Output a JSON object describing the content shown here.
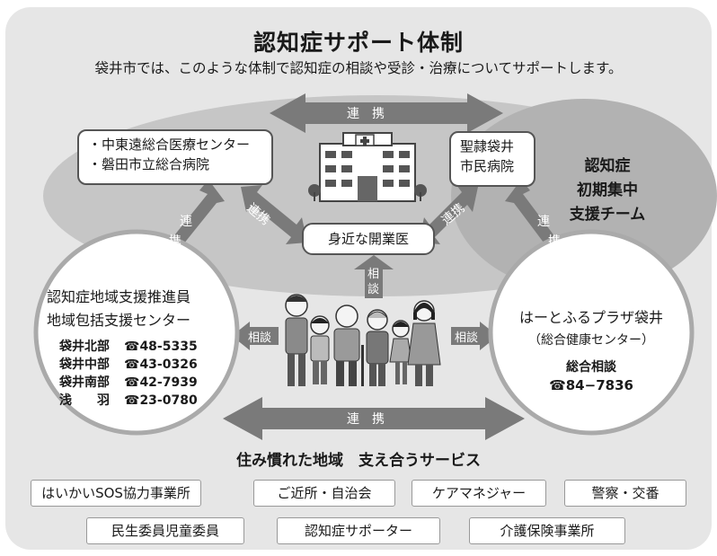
{
  "title": "認知症サポート体制",
  "subtitle": "袋井市では、このような体制で認知症の相談や受診・治療についてサポートします。",
  "top_left_box": {
    "lines": [
      "・中東遠総合医療センター",
      "・磐田市立総合病院"
    ]
  },
  "top_right_box": {
    "lines": [
      "聖隷袋井",
      "市民病院"
    ]
  },
  "clinic_label": "身近な開業医",
  "initial_team": {
    "lines": [
      "認知症",
      "初期集中",
      "支援チーム"
    ]
  },
  "arrows": {
    "top": "連　携",
    "bottom": "連　携",
    "left_diag": "連携",
    "right_diag": "連携",
    "left_vertical": [
      "連",
      "携"
    ],
    "right_vertical": [
      "連",
      "携"
    ],
    "center_up": [
      "相",
      "談"
    ],
    "left_consult": "相談",
    "right_consult": "相談"
  },
  "left_circle": {
    "lines": [
      "認知症地域支援推進員",
      "地域包括支援センター"
    ],
    "phones": [
      {
        "area": "袋井北部",
        "number": "☎48-5335"
      },
      {
        "area": "袋井中部",
        "number": "☎43-0326"
      },
      {
        "area": "袋井南部",
        "number": "☎42-7939"
      },
      {
        "area": "浅　　羽",
        "number": "☎23-0780"
      }
    ]
  },
  "right_circle": {
    "name": "はーとふるプラザ袋井",
    "sub": "（総合健康センター）",
    "consult": "総合相談",
    "phone": "☎84−7836"
  },
  "community_heading": "住み慣れた地域　支え合うサービス",
  "services_row1": [
    "はいかいSOS協力事業所",
    "ご近所・自治会",
    "ケアマネジャー",
    "警察・交番"
  ],
  "services_row2": [
    "民生委員児童委員",
    "認知症サポーター",
    "介護保険事業所"
  ],
  "colors": {
    "panel": "#e6e6e6",
    "ellipse": "#c4c4c4",
    "team_ellipse": "#b4b4b4",
    "arrow": "#7a7a7a",
    "circle_border": "#aaaaaa"
  },
  "icons": [
    "hospital-icon",
    "family-illustration"
  ]
}
